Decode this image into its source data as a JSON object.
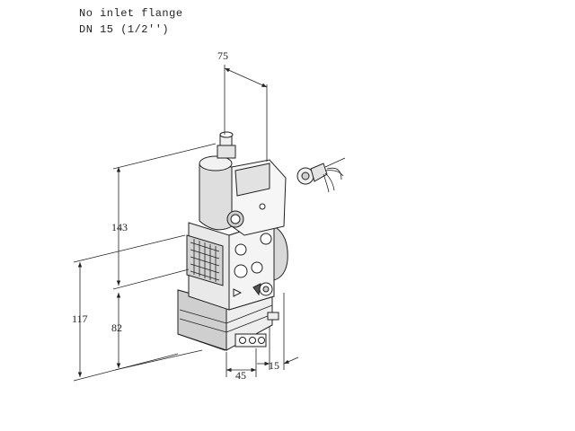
{
  "notes": {
    "line1": "No inlet flange",
    "line2": "DN 15 (1/2'')"
  },
  "dimensions": {
    "width_top": "75",
    "height_upper": "143",
    "height_total": "117",
    "height_lower": "82",
    "depth_bottom": "45",
    "offset_right": "15"
  },
  "colors": {
    "line": "#222222",
    "body_light": "#f4f4f4",
    "body_mid": "#dcdcdc",
    "body_dark": "#b8b8b8"
  }
}
